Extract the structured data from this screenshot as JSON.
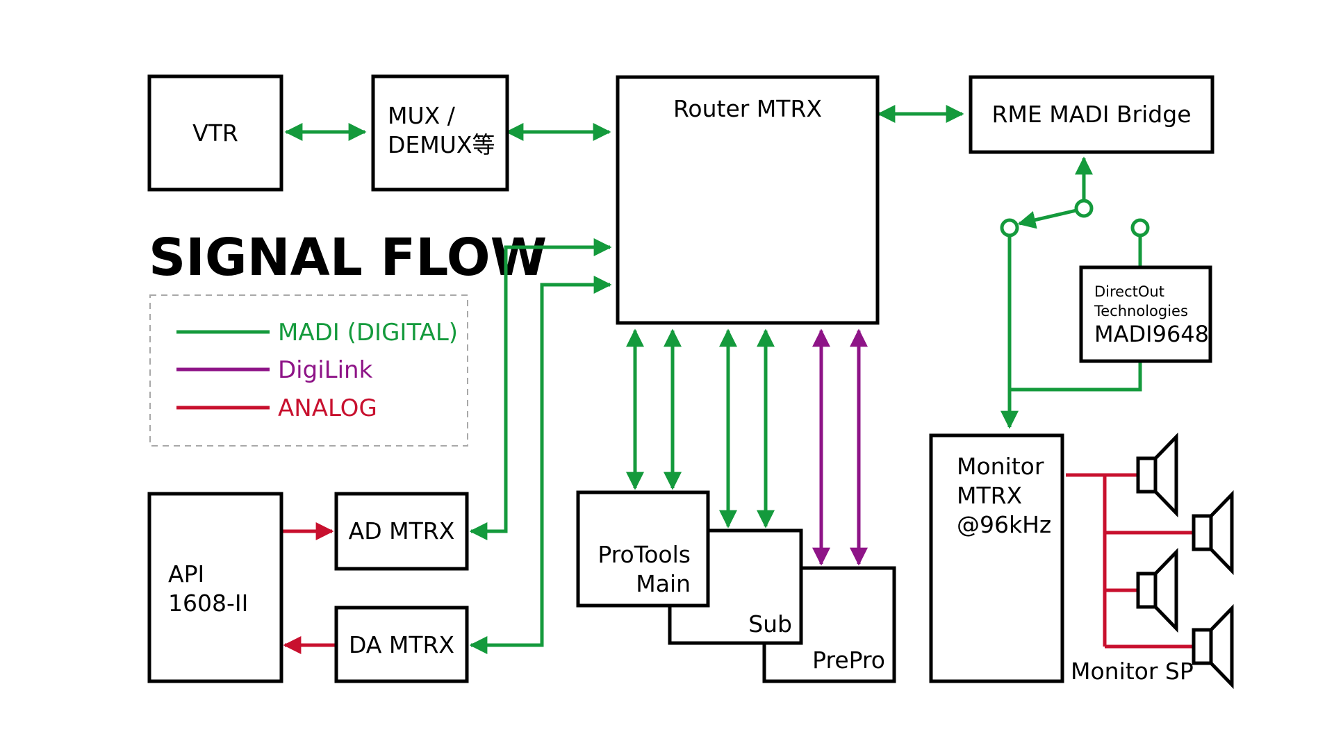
{
  "title": "SIGNAL FLOW",
  "legend": [
    {
      "label": "MADI (DIGITAL)",
      "color": "#149a3c"
    },
    {
      "label": "DigiLink",
      "color": "#8e1487"
    },
    {
      "label": "ANALOG",
      "color": "#c8102e"
    }
  ],
  "boxes": {
    "vtr": "VTR",
    "mux_line1": "MUX /",
    "mux_line2": "DEMUX等",
    "router": "Router MTRX",
    "rme": "RME MADI Bridge",
    "directout_line1": "DirectOut",
    "directout_line2": "Technologies",
    "directout_line3": "MADI9648",
    "api_line1": "API",
    "api_line2": "1608-II",
    "ad": "AD MTRX",
    "da": "DA MTRX",
    "protools_line1": "ProTools",
    "protools_line2": "Main",
    "sub": "Sub",
    "prepro": "PrePro",
    "monitor_line1": "Monitor",
    "monitor_line2": "MTRX",
    "monitor_line3": "@96kHz",
    "monitor_sp": "Monitor SP"
  },
  "colors": {
    "madi": "#149a3c",
    "digilink": "#8e1487",
    "analog": "#c8102e",
    "box_border": "#000000",
    "legend_border": "#a8a8a8"
  },
  "icons": [
    "speaker-icon",
    "switch-port-icon"
  ]
}
